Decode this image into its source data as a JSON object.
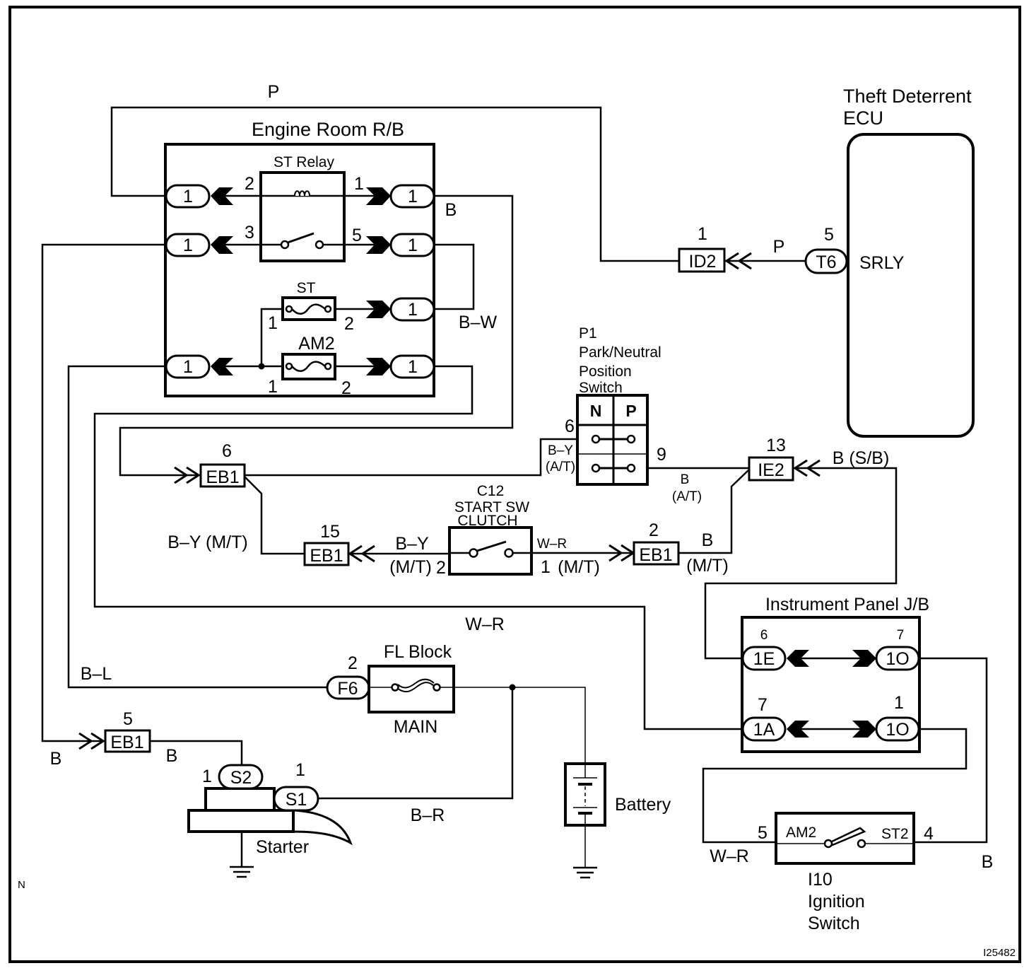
{
  "diagram": {
    "figure_id": "I25482",
    "corner_mark": "N"
  },
  "engine_room_rb": {
    "title": "Engine Room R/B",
    "st_relay": {
      "label": "ST Relay",
      "pin_coil_left": "2",
      "pin_coil_right": "1",
      "pin_switch_left": "3",
      "pin_switch_right": "5"
    },
    "st_fuse": {
      "label": "ST",
      "pin_left": "1",
      "pin_right": "2"
    },
    "am2_fuse": {
      "label": "AM2",
      "pin_left": "1",
      "pin_right": "2"
    },
    "connectors_left": [
      "1",
      "1",
      "1"
    ],
    "connectors_right": [
      "1",
      "1",
      "1",
      "1"
    ]
  },
  "theft_deterrent_ecu": {
    "title_line1": "Theft Deterrent",
    "title_line2": "ECU",
    "terminal": "SRLY",
    "connector": "T6",
    "pin": "5"
  },
  "junction_id2": {
    "label": "ID2",
    "pin": "1"
  },
  "p1_switch": {
    "code": "P1",
    "name_lines": [
      "Park/Neutral",
      "Position",
      "Switch"
    ],
    "columns": [
      "N",
      "P"
    ],
    "pin_left": "6",
    "pin_right": "9"
  },
  "junction_ie2": {
    "label": "IE2",
    "pin": "13"
  },
  "eb1_connectors": [
    {
      "label": "EB1",
      "pin": "6"
    },
    {
      "label": "EB1",
      "pin": "15"
    },
    {
      "label": "EB1",
      "pin": "2"
    },
    {
      "label": "EB1",
      "pin": "5"
    }
  ],
  "c12_switch": {
    "code": "C12",
    "name_lines": [
      "START SW",
      "CLUTCH"
    ],
    "pin_left": "2",
    "pin_right": "1"
  },
  "instrument_panel_jb": {
    "title": "Instrument Panel J/B",
    "connectors": [
      {
        "label": "1E",
        "pin": "6"
      },
      {
        "label": "1O",
        "pin": "7"
      },
      {
        "label": "1A",
        "pin": "7"
      },
      {
        "label": "1O",
        "pin": "1"
      }
    ]
  },
  "ignition_switch": {
    "code": "I10",
    "name_lines": [
      "Ignition",
      "Switch"
    ],
    "terminal_left": "AM2",
    "terminal_right": "ST2",
    "pin_left": "5",
    "pin_right": "4"
  },
  "fl_block": {
    "title": "FL Block",
    "fuse": "MAIN",
    "connector": "F6",
    "pin": "2"
  },
  "battery": {
    "label": "Battery"
  },
  "starter": {
    "label": "Starter",
    "connectors": [
      {
        "label": "S2",
        "pin": "1"
      },
      {
        "label": "S1",
        "pin": "1"
      }
    ]
  },
  "wire_colors": {
    "p_top": "P",
    "b_relay": "B",
    "b_w": "B–W",
    "p_ecu": "P",
    "by_at": [
      "B–Y",
      "(A/T)"
    ],
    "b_at": [
      "B",
      "(A/T)"
    ],
    "b_sb": "B (S/B)",
    "by_mt_left": "B–Y (M/T)",
    "by_mt_c12": [
      "B–Y",
      "(M/T)"
    ],
    "wr_c12": "W–R",
    "mt_c12_right": "(M/T)",
    "b_mt": [
      "B",
      "(M/T)"
    ],
    "wr_long": "W–R",
    "bl": "B–L",
    "b_left": "B",
    "b_eb1": "B",
    "br": "B–R",
    "wr_ign": "W–R",
    "b_ign": "B"
  }
}
